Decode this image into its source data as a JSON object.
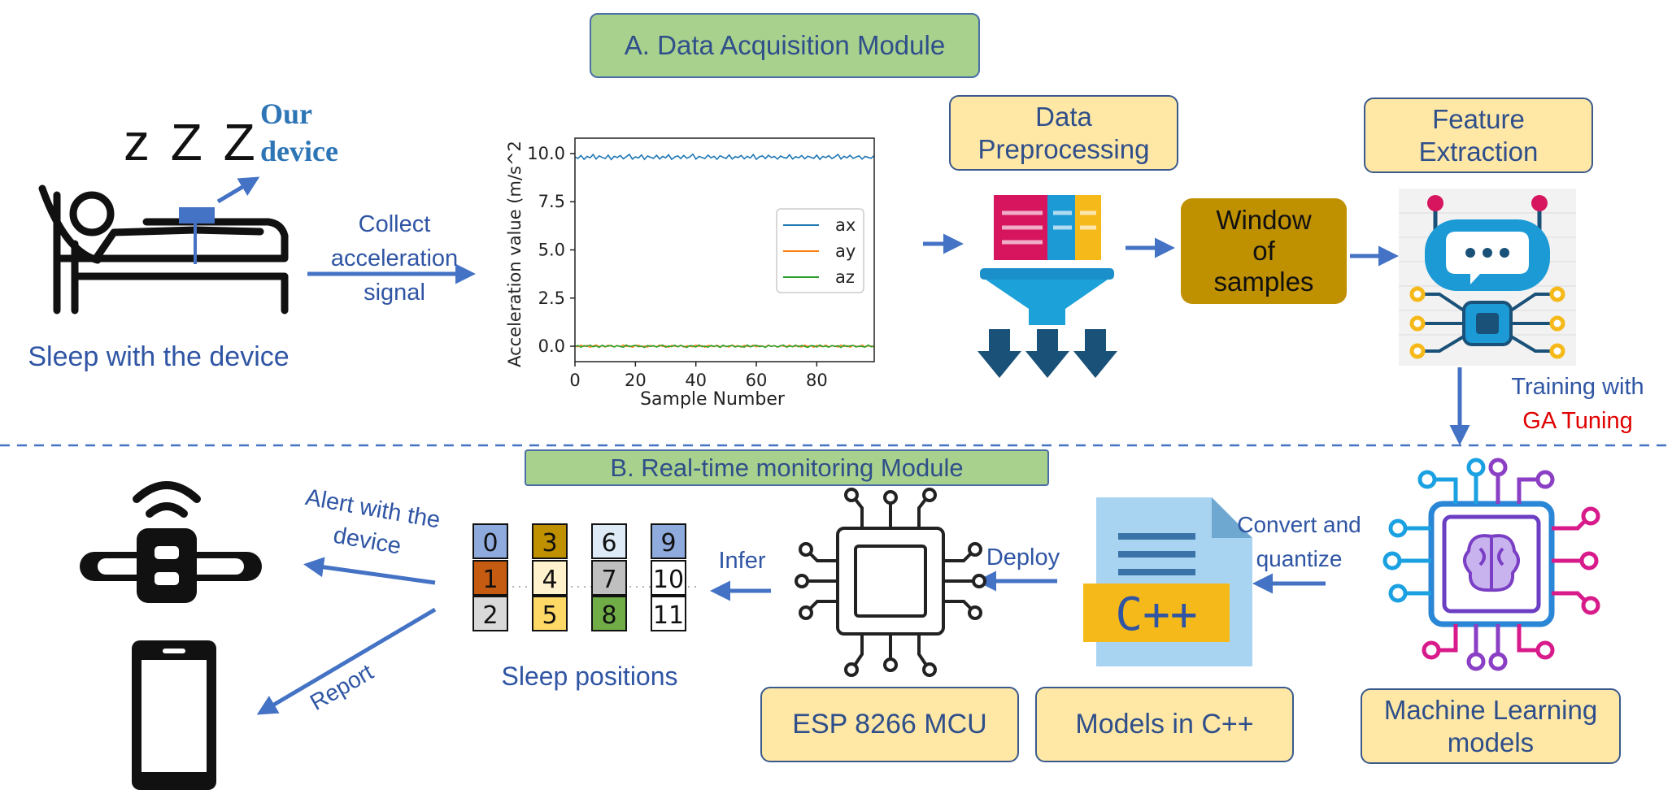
{
  "section_a": {
    "title": "A. Data Acquisition Module"
  },
  "section_b": {
    "title": "B. Real-time monitoring Module"
  },
  "device": {
    "label_line1": "Our",
    "label_line2": "device",
    "zzz": "z Z Z"
  },
  "sleep_caption": "Sleep with the device",
  "collect_label": {
    "line1": "Collect",
    "line2": "acceleration",
    "line3": "signal"
  },
  "steps": {
    "preprocessing": {
      "line1": "Data",
      "line2": "Preprocessing"
    },
    "window": {
      "line1": "Window",
      "line2": "of",
      "line3": "samples"
    },
    "feature": {
      "line1": "Feature",
      "line2": "Extraction"
    },
    "training": {
      "line1": "Training with",
      "line2": "GA Tuning"
    },
    "ml_models": {
      "line1": "Machine Learning",
      "line2": "models"
    },
    "convert": {
      "line1": "Convert and",
      "line2": "quantize"
    },
    "models_cpp": "Models in C++",
    "cpp_glyph": "C++",
    "deploy": "Deploy",
    "mcu": "ESP 8266 MCU",
    "infer": "Infer",
    "positions_caption": "Sleep positions",
    "alert": {
      "line1": "Alert with the",
      "line2": "device"
    },
    "report": "Report"
  },
  "positions_grid": [
    [
      {
        "n": "0",
        "c": "#8faadc"
      },
      {
        "n": "3",
        "c": "#bf9000"
      },
      {
        "n": "6",
        "c": "#deebf7"
      },
      {
        "n": "9",
        "c": "#8faadc"
      }
    ],
    [
      {
        "n": "1",
        "c": "#c55a11"
      },
      {
        "n": "4",
        "c": "#fff2cc"
      },
      {
        "n": "7",
        "c": "#bfbfbf"
      },
      {
        "n": "10",
        "c": "#ffffff"
      }
    ],
    [
      {
        "n": "2",
        "c": "#d9d9d9"
      },
      {
        "n": "5",
        "c": "#ffd966"
      },
      {
        "n": "8",
        "c": "#70ad47"
      },
      {
        "n": "11",
        "c": "#ffffff"
      }
    ]
  ],
  "colors": {
    "accent_blue": "#4472c4",
    "text_blue": "#2f55a4",
    "red": "#e00000",
    "yellow_box": "#ffe7a6",
    "green_box": "#a9d18e",
    "window_box": "#bf9000"
  },
  "chart_data": {
    "type": "line",
    "title": "",
    "xlabel": "Sample Number",
    "ylabel": "Acceleration value (m/s^2",
    "xlim": [
      0,
      99
    ],
    "ylim": [
      -0.8,
      10.8
    ],
    "xticks": [
      "0",
      "20",
      "40",
      "60",
      "80"
    ],
    "yticks": [
      "0.0",
      "2.5",
      "5.0",
      "7.5",
      "10.0"
    ],
    "legend_position": "center-right",
    "series": [
      {
        "name": "ax",
        "color": "#1f77b4",
        "values": [
          9.82,
          9.75,
          9.9,
          9.7,
          9.85,
          9.78,
          9.95,
          9.72,
          9.88,
          9.8,
          9.74,
          9.92,
          9.69,
          9.86,
          9.79,
          9.9,
          9.73,
          9.84,
          9.96,
          9.71,
          9.83,
          9.77,
          9.93,
          9.7,
          9.87,
          9.81,
          9.75,
          9.91,
          9.72,
          9.85,
          9.78,
          9.94,
          9.7,
          9.82,
          9.88,
          9.74,
          9.9,
          9.76,
          9.83,
          9.97,
          9.71,
          9.85,
          9.8,
          9.74,
          9.92,
          9.78,
          9.86,
          9.7,
          9.89,
          9.81,
          9.75,
          9.93,
          9.72,
          9.84,
          9.79,
          9.9,
          9.73,
          9.86,
          9.77,
          9.95,
          9.7,
          9.83,
          9.88,
          9.74,
          9.91,
          9.79,
          9.85,
          9.71,
          9.87,
          9.8,
          9.76,
          9.94,
          9.72,
          9.84,
          9.78,
          9.9,
          9.73,
          9.86,
          9.81,
          9.75,
          9.92,
          9.7,
          9.85,
          9.79,
          9.89,
          9.74,
          9.83,
          9.96,
          9.72,
          9.86,
          9.78,
          9.91,
          9.75,
          9.82,
          9.88,
          9.71,
          9.85,
          9.8,
          9.76,
          9.9
        ]
      },
      {
        "name": "ay",
        "color": "#ff7f0e",
        "values": [
          0.02,
          -0.03,
          0.05,
          -0.01,
          0.04,
          -0.05,
          0.01,
          0.06,
          -0.02,
          0.03,
          -0.04,
          0.05,
          0.0,
          -0.03,
          0.04,
          -0.02,
          0.06,
          -0.01,
          0.02,
          -0.05,
          0.03,
          0.05,
          -0.02,
          0.01,
          -0.04,
          0.04,
          0.0,
          -0.03,
          0.06,
          -0.01,
          0.02,
          -0.05,
          0.04,
          0.01,
          -0.02,
          0.05,
          -0.04,
          0.02,
          0.0,
          -0.03,
          0.06,
          -0.01,
          0.03,
          -0.05,
          0.04,
          0.01,
          -0.02,
          0.05,
          -0.03,
          0.02,
          0.0,
          -0.04,
          0.06,
          -0.01,
          0.03,
          -0.05,
          0.04,
          0.0,
          -0.02,
          0.05,
          -0.03,
          0.02,
          0.01,
          -0.04,
          0.06,
          -0.01,
          0.03,
          -0.05,
          0.04,
          0.0,
          -0.02,
          0.05,
          -0.03,
          0.01,
          0.02,
          -0.04,
          0.06,
          -0.01,
          0.03,
          -0.05,
          0.04,
          0.0,
          -0.02,
          0.05,
          -0.03,
          0.02,
          0.01,
          -0.04,
          0.06,
          -0.01,
          0.03,
          -0.05,
          0.04,
          0.0,
          -0.02,
          0.05,
          -0.03,
          0.02,
          0.01,
          -0.04
        ]
      },
      {
        "name": "az",
        "color": "#2ca02c",
        "values": [
          -0.02,
          0.04,
          -0.05,
          0.03,
          -0.01,
          0.06,
          -0.03,
          0.02,
          -0.06,
          0.05,
          -0.02,
          0.01,
          0.04,
          -0.04,
          0.03,
          -0.01,
          -0.05,
          0.06,
          -0.02,
          0.02,
          0.05,
          -0.03,
          0.01,
          -0.06,
          0.04,
          -0.01,
          0.03,
          -0.04,
          0.02,
          0.06,
          -0.05,
          0.01,
          -0.02,
          0.05,
          -0.03,
          0.04,
          -0.01,
          -0.06,
          0.03,
          0.02,
          -0.04,
          0.06,
          -0.02,
          0.01,
          -0.05,
          0.04,
          -0.01,
          0.03,
          -0.06,
          0.05,
          -0.02,
          0.02,
          0.04,
          -0.04,
          0.01,
          -0.01,
          -0.05,
          0.06,
          -0.03,
          0.02,
          0.05,
          -0.02,
          0.01,
          -0.06,
          0.04,
          -0.01,
          0.03,
          -0.04,
          0.02,
          0.06,
          -0.05,
          0.01,
          -0.02,
          0.05,
          -0.03,
          0.04,
          -0.01,
          -0.06,
          0.03,
          0.02,
          -0.04,
          0.06,
          -0.02,
          0.01,
          -0.05,
          0.04,
          -0.01,
          0.03,
          -0.06,
          0.05,
          -0.02,
          0.02,
          0.04,
          -0.04,
          0.01,
          -0.01,
          -0.05,
          0.06,
          -0.03,
          0.02
        ]
      }
    ]
  }
}
